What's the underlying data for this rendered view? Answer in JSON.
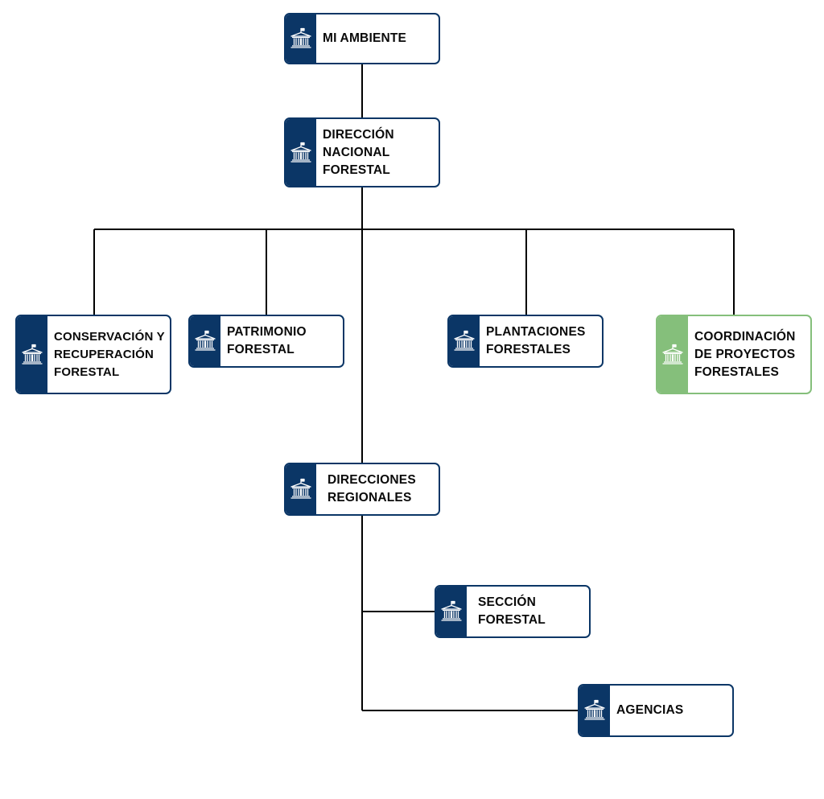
{
  "colors": {
    "primary": "#0b3666",
    "accent_green": "#85bf7b",
    "line": "#000000"
  },
  "nodes": {
    "mi_ambiente": {
      "label": "MI AMBIENTE",
      "icon": "government-building-icon"
    },
    "direccion_nacional_forestal": {
      "label": "DIRECCIÓN\nNACIONAL\nFORESTAL",
      "icon": "government-building-icon"
    },
    "conservacion": {
      "label": "CONSERVACIÓN Y\nRECUPERACIÓN\nFORESTAL",
      "icon": "government-building-icon"
    },
    "patrimonio": {
      "label": "PATRIMONIO\nFORESTAL",
      "icon": "government-building-icon"
    },
    "plantaciones": {
      "label": "PLANTACIONES\nFORESTALES",
      "icon": "government-building-icon"
    },
    "coordinacion": {
      "label": "COORDINACIÓN\nDE PROYECTOS\nFORESTALES",
      "icon": "government-building-icon",
      "color": "#85bf7b"
    },
    "direcciones_regionales": {
      "label": "DIRECCIONES\nREGIONALES",
      "icon": "government-building-icon"
    },
    "seccion_forestal": {
      "label": "SECCIÓN\nFORESTAL",
      "icon": "government-building-icon"
    },
    "agencias": {
      "label": "AGENCIAS",
      "icon": "government-building-icon"
    }
  }
}
